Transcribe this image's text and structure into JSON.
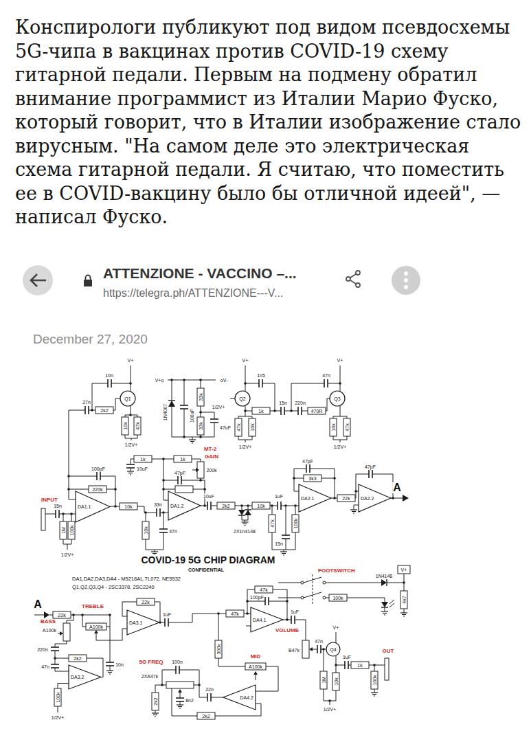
{
  "diagram": {
    "title": "COVID-19 5G CHIP DIAGRAM",
    "nodes": [
      {
        "text": [
          "Q1"
        ]
      },
      {
        "text": [
          "Q2"
        ]
      },
      {
        "text": [
          "Q3"
        ]
      },
      {
        "text": [
          "DA1.1"
        ]
      },
      {
        "text": [
          "DA1.2"
        ]
      },
      {
        "text": [
          "DA2.1"
        ]
      },
      {
        "text": [
          "DA2.2"
        ]
      },
      {
        "text": [
          "DA3.1"
        ]
      },
      {
        "text": [
          "DA4.1"
        ]
      },
      {
        "text": [
          "Q4"
        ]
      },
      {
        "text": [
          "DA3.2"
        ]
      },
      {
        "text": [
          "DA4.2"
        ]
      }
    ],
    "labels": [
      "Конспирологи публикуют под видом псевдосхемы 5G-чипа в вакцинах против COVID-19 схему гитарной педали. Первым на подмену обратил внимание программист из Италии Марио Фуско, который говорит, что в Италии изображение стало вирусным. \"На самом деле это электрическая схема гитарной педали. Я считаю, что поместить ее в COVID-вакцину было бы отличной идеей\", — написал Фуско.",
      "ATTENZIONE - VACCINO –...",
      "https://telegra.ph/ATTENZIONE---V...",
      "December 27, 2020",
      "V+",
      "10n",
      "27n",
      "2k2",
      "10k",
      "47k",
      "1/2V+",
      "V+o",
      "oV-",
      "1N4007",
      "100uF",
      "33k",
      "33k",
      "1/2V+",
      "47uF",
      "V+",
      "1n5",
      "47k",
      "10k",
      "1/2V+",
      "1k",
      "15n",
      "220n",
      "470R",
      "V+",
      "47n",
      "10k",
      "47k",
      "1/2V+",
      "1k",
      "1k",
      "10uF",
      "MT-2",
      "GAIN",
      "200k",
      "100pF",
      "220k",
      "47pF",
      "INPUT",
      "15n",
      "1M",
      "100k",
      "1/2V+",
      "10k",
      "33n",
      "10k",
      "47n",
      "10uF",
      "2k2",
      "2X1n4148",
      "10k",
      "47k",
      "1uF",
      "15n",
      "100k",
      "47pF",
      "3k3",
      "22k",
      "47pF",
      "A",
      "CONFIDENTIAL",
      "DA1,DA2,DA3,DA4 - M5218AL,TL072, NE5532",
      "Q1,Q2,Q3,Q4 - 2SC3378, 2SC2240",
      "FOOTSWITCH",
      "V+",
      "1N4148",
      "100k",
      "4k7",
      "A",
      "22k",
      "TREBLE",
      "BASS",
      "A100k",
      "A100k",
      "22k",
      "1uF",
      "10n",
      "220n",
      "47n",
      "2k2",
      "100k",
      "1/2V+",
      "47k",
      "47k",
      "100pF",
      "1uF",
      "300k",
      "MID",
      "A100k",
      "VOLUME",
      "B47k",
      "V+",
      "47n",
      "1M",
      "10k",
      "1/2V+",
      "1uF",
      "1k",
      "100k",
      "OUT",
      "22n",
      "2k2",
      "5G FREQ",
      "2XA47k",
      "100n",
      "8n2",
      "2k2"
    ]
  }
}
